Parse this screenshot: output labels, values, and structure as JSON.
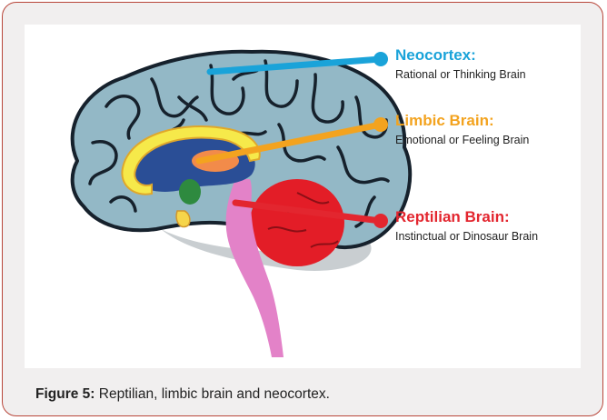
{
  "figure": {
    "labels": [
      {
        "title": "Neocortex:",
        "subtitle": "Rational or Thinking Brain",
        "color": "#1aa3d9"
      },
      {
        "title": "Limbic Brain:",
        "subtitle": "Emotional or Feeling Brain",
        "color": "#f3a31f"
      },
      {
        "title": "Reptilian Brain:",
        "subtitle": "Instinctual or Dinosaur Brain",
        "color": "#e3262f"
      }
    ],
    "caption_label": "Figure 5:",
    "caption_text": "Reptilian, limbic brain and neocortex."
  },
  "colors": {
    "frame_border": "#b8463a",
    "frame_bg": "#f1efef",
    "cortex_fill": "#93b8c6",
    "sulcus_stroke": "#16212c",
    "cerebellum_fill": "#e31d27",
    "brainstem_fill": "#e382c8",
    "limbic_fill": "#f6e94a",
    "thalamus_fill": "#f28b4a",
    "amygdala_fill": "#2e8a3f",
    "inner_fill": "#2a4e96"
  }
}
